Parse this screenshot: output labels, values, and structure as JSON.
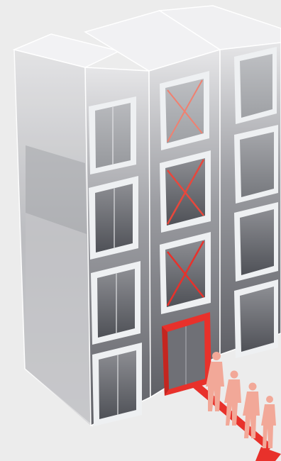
{
  "colors": {
    "background": "#ececec",
    "glass_light": "#dcdcde",
    "glass_mid": "#a9a9ad",
    "glass_dark": "#6e6f74",
    "frame": "#eef0f2",
    "door_panel": "#5a5c62",
    "highlight_red": "#e8312b",
    "cross_red": "#f08070",
    "people": "#f2a898"
  },
  "diagram": {
    "subject": "elevator bank",
    "shafts": 3,
    "floors": 4,
    "out_of_service_doors": 3,
    "active_door_floor": 1,
    "people_count": 4,
    "arrow_direction": "down-right"
  }
}
